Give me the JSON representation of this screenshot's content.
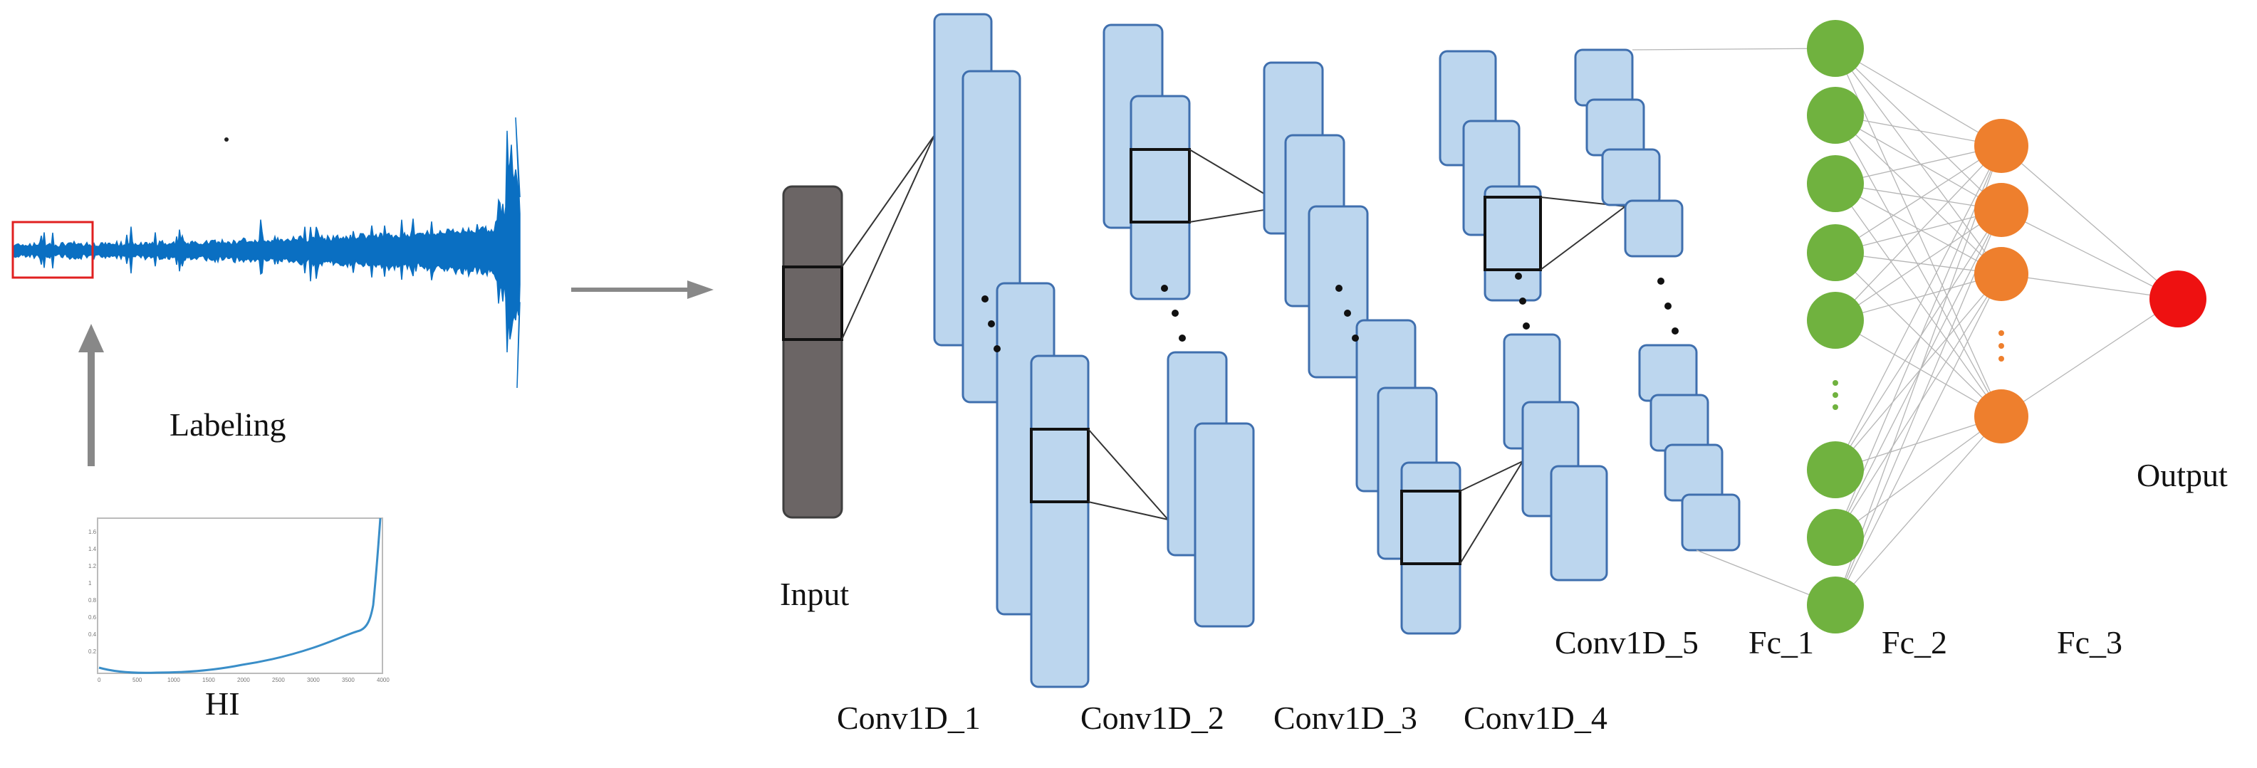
{
  "labels": {
    "labeling": "Labeling",
    "hi": "HI",
    "input": "Input",
    "conv1": "Conv1D_1",
    "conv2": "Conv1D_2",
    "conv3": "Conv1D_3",
    "conv4": "Conv1D_4",
    "conv5": "Conv1D_5",
    "fc1": "Fc_1",
    "fc2": "Fc_2",
    "fc3": "Fc_3",
    "output": "Output"
  },
  "hi_plot": {
    "y_ticks": [
      "0.2",
      "0.4",
      "0.6",
      "0.8",
      "1",
      "1.2",
      "1.4",
      "1.6"
    ],
    "x_ticks": [
      "0",
      "500",
      "1000",
      "1500",
      "2000",
      "2500",
      "3000",
      "3500",
      "4000"
    ]
  },
  "colors": {
    "signal": "#0a6fc2",
    "highlight_box": "#e02020",
    "block_fill": "#bcd6ee",
    "block_stroke": "#3f6fae",
    "input_fill": "#6b6565",
    "fc1_node": "#70b23f",
    "fc2_node": "#ee7f2d",
    "output_node": "#ee1111",
    "arrow": "#888888"
  }
}
